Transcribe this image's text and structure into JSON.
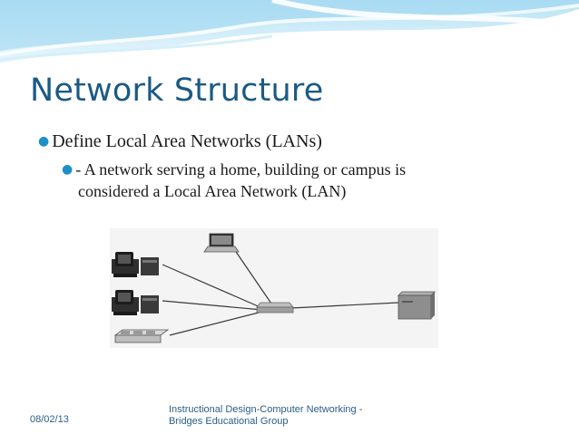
{
  "slide": {
    "title": "Network Structure",
    "bullet_1": "Define Local Area Networks (LANs)",
    "bullet_2_line1": "- A network serving a home, building or campus is",
    "bullet_2_line2": "considered a Local Area Network (LAN)"
  },
  "footer": {
    "date": "08/02/13",
    "text_line1": "Instructional Design-Computer Networking -",
    "text_line2": "Bridges Educational Group"
  },
  "colors": {
    "title": "#1b5a84",
    "bullet_marker": "#1e8fc7",
    "header_band": "#8fd0ee",
    "footer_text": "#2a5d87"
  },
  "icons": [
    "workstation-icon",
    "laptop-icon",
    "printer-icon",
    "hub-icon",
    "server-icon"
  ]
}
